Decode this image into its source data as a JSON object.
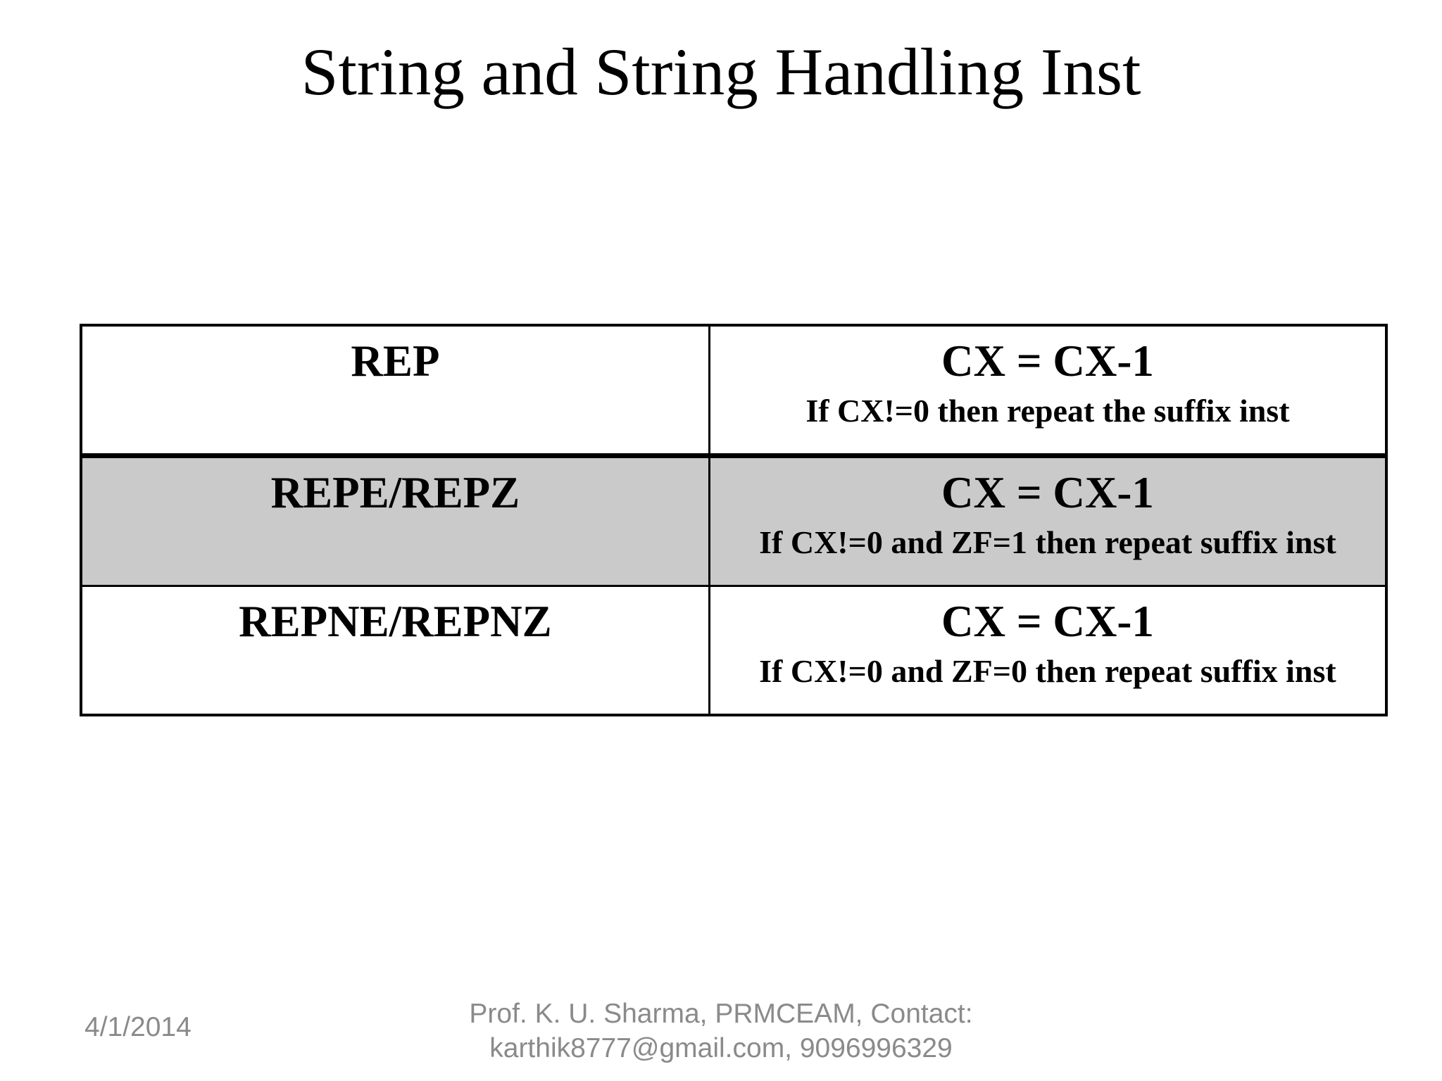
{
  "slide": {
    "title": "String and String Handling Inst",
    "table": {
      "rows": [
        {
          "instruction": "REP",
          "action_line1": "CX = CX-1",
          "action_line2": "If CX!=0 then repeat the suffix inst",
          "highlighted": false
        },
        {
          "instruction": "REPE/REPZ",
          "action_line1": "CX = CX-1",
          "action_line2": "If CX!=0 and ZF=1 then repeat suffix inst",
          "highlighted": true
        },
        {
          "instruction": "REPNE/REPNZ",
          "action_line1": "CX = CX-1",
          "action_line2": "If CX!=0 and ZF=0 then repeat suffix inst",
          "highlighted": false
        }
      ]
    },
    "footer": {
      "date": "4/1/2014",
      "credit_line1": "Prof. K. U. Sharma, PRMCEAM, Contact:",
      "credit_line2": "karthik8777@gmail.com, 9096996329"
    },
    "colors": {
      "background": "#ffffff",
      "text": "#000000",
      "highlight_row_bg": "#cacaca",
      "table_border": "#000000",
      "footer_text": "#8a8a8a"
    }
  }
}
